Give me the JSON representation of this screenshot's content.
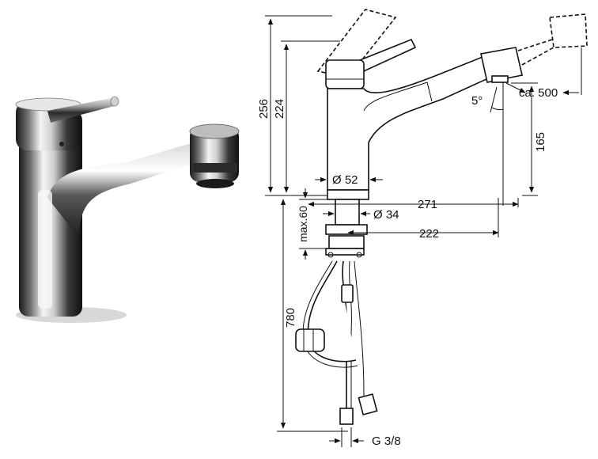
{
  "dimensions": {
    "height_total": "256",
    "height_spout": "224",
    "body_diameter": "Ø 52",
    "pullout_length": "ca. 500",
    "angle": "5°",
    "spout_clearance": "165",
    "reach_outer": "271",
    "shank_diameter": "Ø 34",
    "mount_thickness": "max.60",
    "reach_inner": "222",
    "hose_length": "780",
    "connection": "G 3/8"
  },
  "colors": {
    "chrome_dark": "#1a1a1a",
    "chrome_mid": "#8a8a8a",
    "chrome_light": "#f2f2f2",
    "line": "#111111"
  }
}
